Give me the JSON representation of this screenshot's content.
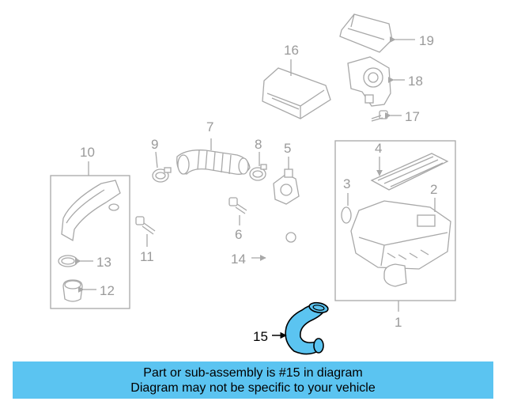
{
  "diagram": {
    "callouts": [
      {
        "id": "1",
        "label": "1"
      },
      {
        "id": "2",
        "label": "2"
      },
      {
        "id": "3",
        "label": "3"
      },
      {
        "id": "4",
        "label": "4"
      },
      {
        "id": "5",
        "label": "5"
      },
      {
        "id": "6",
        "label": "6"
      },
      {
        "id": "7",
        "label": "7"
      },
      {
        "id": "8",
        "label": "8"
      },
      {
        "id": "9",
        "label": "9"
      },
      {
        "id": "10",
        "label": "10"
      },
      {
        "id": "11",
        "label": "11"
      },
      {
        "id": "12",
        "label": "12"
      },
      {
        "id": "13",
        "label": "13"
      },
      {
        "id": "14",
        "label": "14"
      },
      {
        "id": "15",
        "label": "15"
      },
      {
        "id": "16",
        "label": "16"
      },
      {
        "id": "17",
        "label": "17"
      },
      {
        "id": "18",
        "label": "18"
      },
      {
        "id": "19",
        "label": "19"
      }
    ],
    "highlighted_part": "15",
    "highlight_color": "#5bc4f1",
    "line_color": "#a8a8a8"
  },
  "banner": {
    "line1": "Part or sub-assembly is #15 in diagram",
    "line2": "Diagram may not be specific to your vehicle",
    "background_color": "#5bc4f1"
  }
}
